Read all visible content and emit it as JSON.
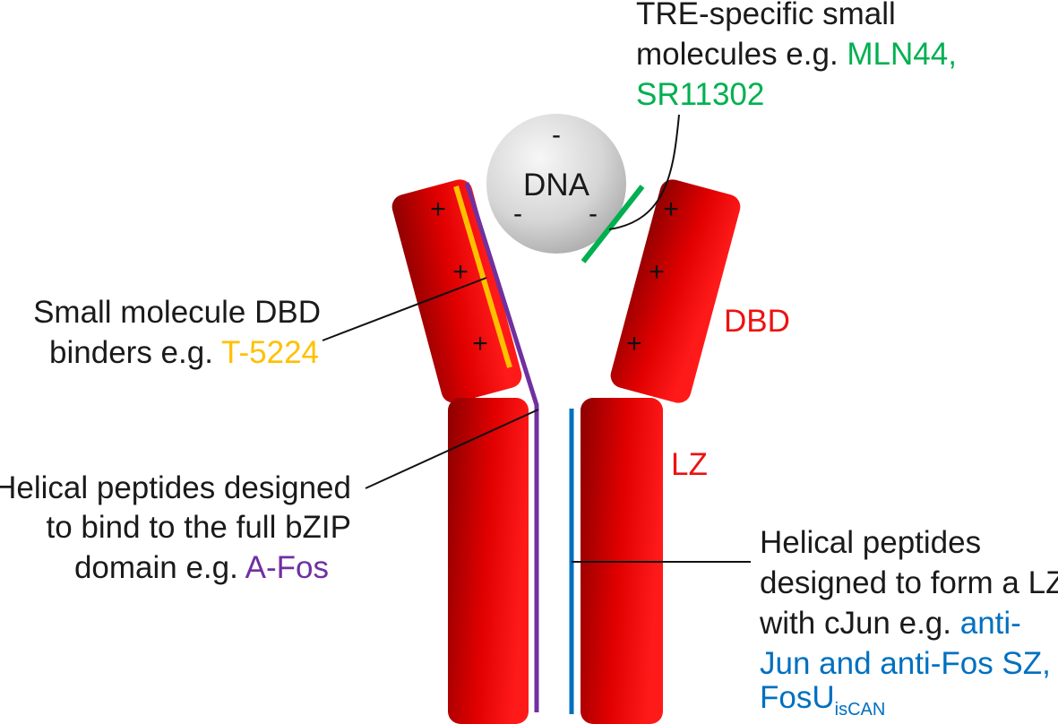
{
  "dna": {
    "label": "DNA",
    "charge_symbol": "-"
  },
  "dbd_charge_symbol": "+",
  "labels": {
    "dbd": "DBD",
    "lz": "LZ"
  },
  "annotations": {
    "tre": {
      "line1": "TRE-specific small",
      "line2_prefix": "molecules e.g. ",
      "line2_colored": "MLN44,",
      "line3_colored": "SR11302"
    },
    "dbd_binders": {
      "line1": "Small molecule DBD",
      "line2_prefix": "binders e.g. ",
      "line2_colored": "T-5224"
    },
    "bzip_peptides": {
      "line1": "Helical peptides designed",
      "line2": "to bind to the full bZIP",
      "line3_prefix": "domain e.g. ",
      "line3_colored": "A-Fos"
    },
    "lz_peptides": {
      "line1": "Helical peptides",
      "line2": "designed to form a LZ",
      "line3_prefix": "with cJun e.g. ",
      "line3_colored": "anti-",
      "line4_colored": "Jun and anti-Fos SZ,",
      "line5_colored_main": "FosU",
      "line5_colored_sub": "isCAN"
    }
  },
  "colors": {
    "protein_dark": "#8c0000",
    "protein_bright": "#ff0000",
    "label_red": "#ee1111",
    "text": "#1a1a1a",
    "t5224": "#ffc000",
    "afos": "#7030a0",
    "mln44": "#00b050",
    "antijun": "#0070c0",
    "dna_fill": "#cfcfcf"
  }
}
